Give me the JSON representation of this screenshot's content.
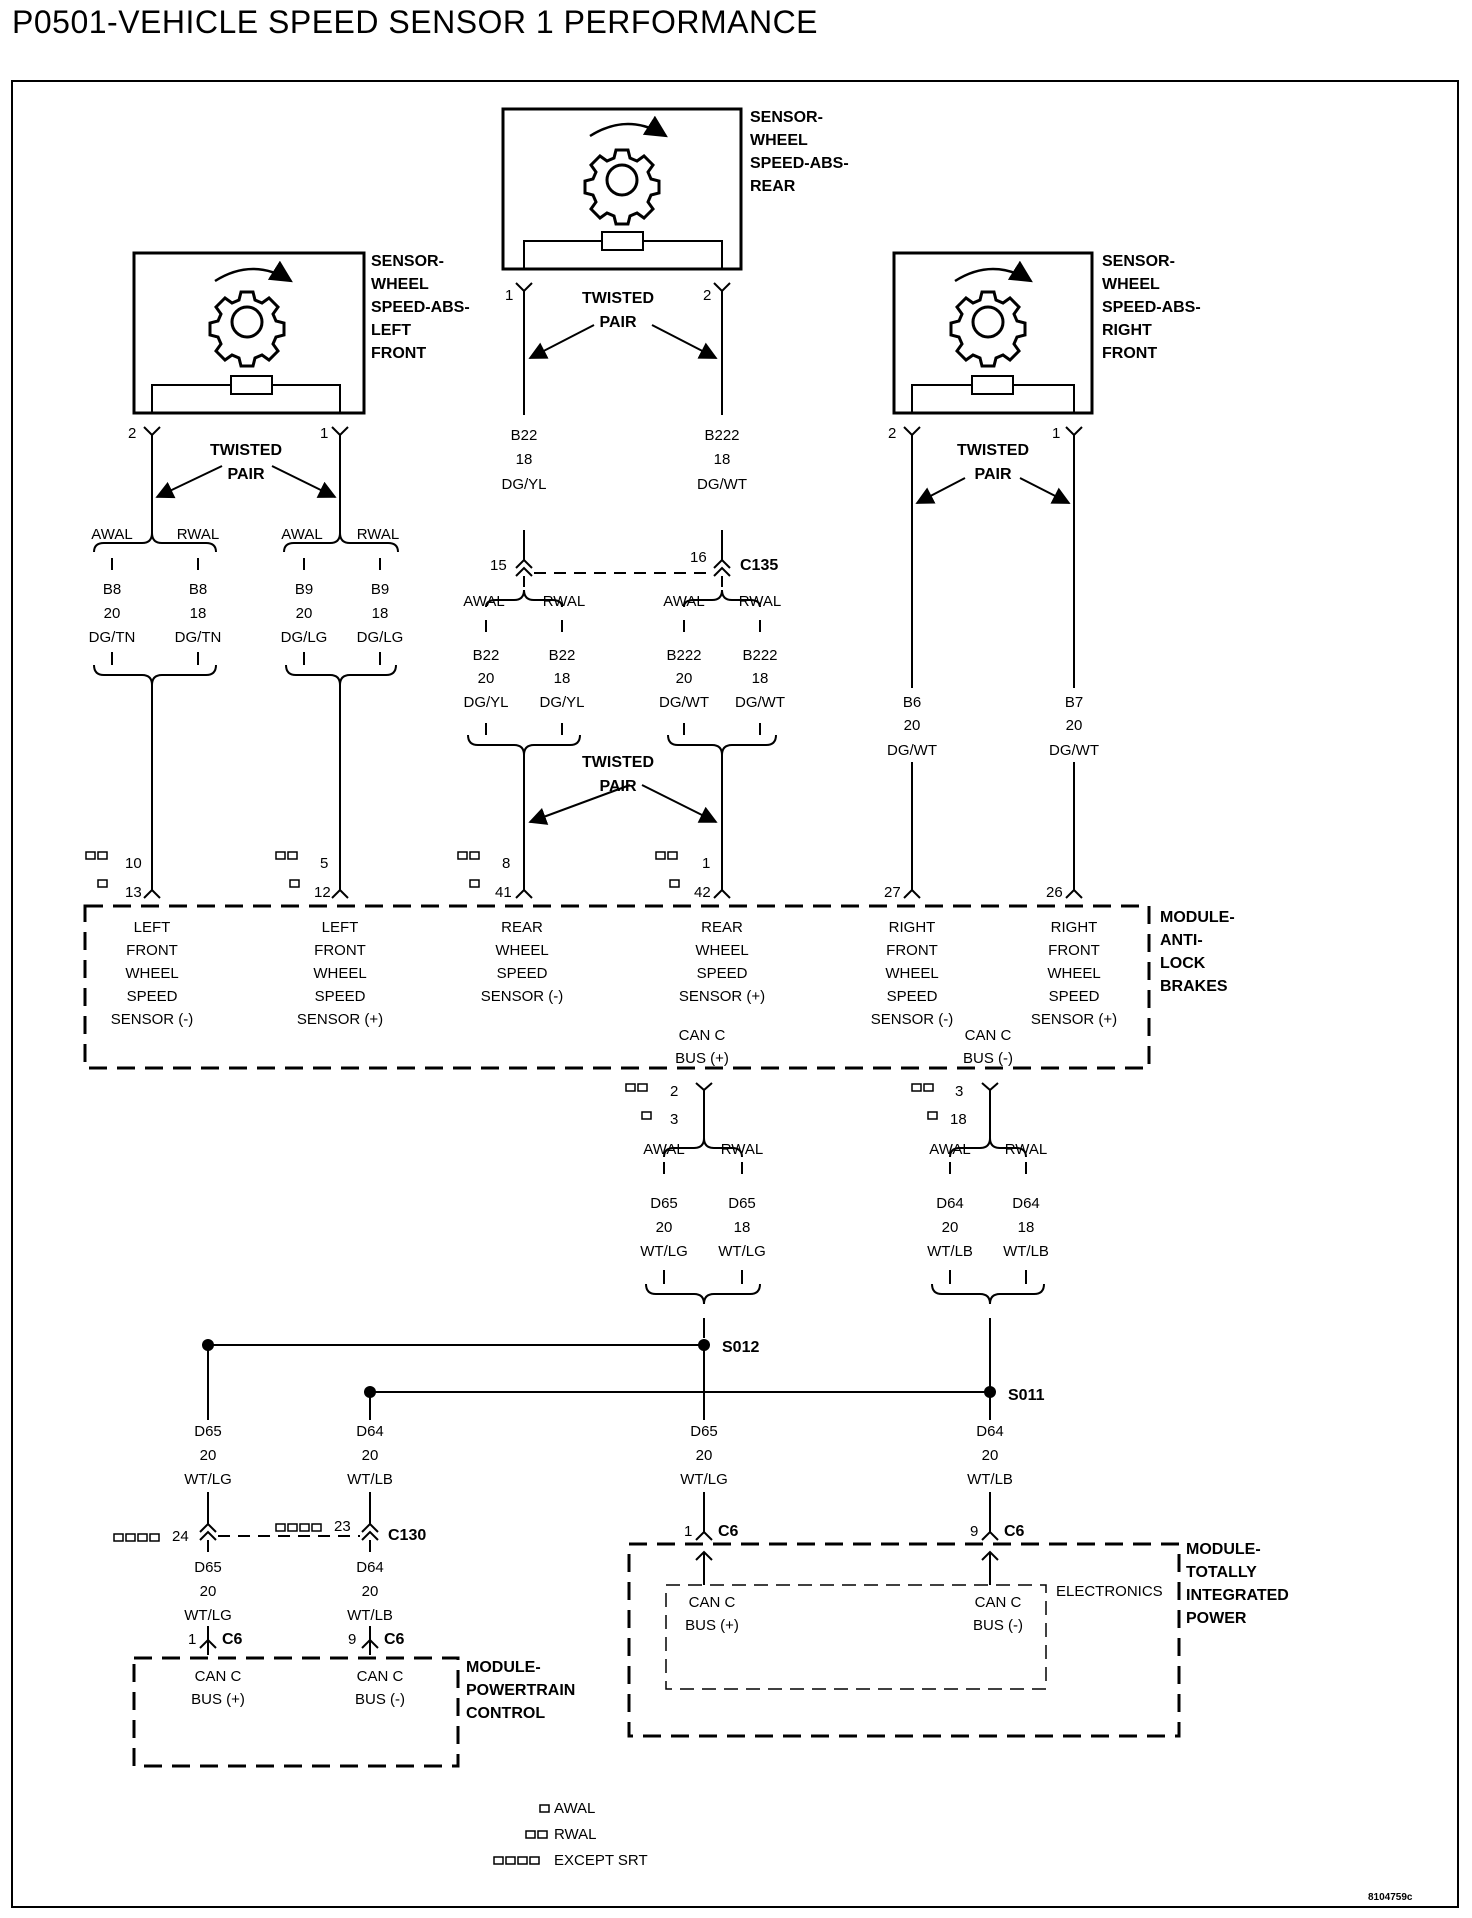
{
  "title": "P0501-VEHICLE SPEED SENSOR 1 PERFORMANCE",
  "figure_id": "8104759c",
  "twisted_pair": [
    "TWISTED",
    "PAIR"
  ],
  "sensors": {
    "rear": [
      "SENSOR-",
      "WHEEL",
      "SPEED-ABS-",
      "REAR"
    ],
    "left_front": [
      "SENSOR-",
      "WHEEL",
      "SPEED-ABS-",
      "LEFT",
      "FRONT"
    ],
    "right_front": [
      "SENSOR-",
      "WHEEL",
      "SPEED-ABS-",
      "RIGHT",
      "FRONT"
    ]
  },
  "variants": {
    "awal": "AWAL",
    "rwal": "RWAL"
  },
  "pins": {
    "rear_1": "1",
    "rear_2": "2",
    "lf_2": "2",
    "lf_1": "1",
    "rf_2": "2",
    "rf_1": "1",
    "c135_15": "15",
    "c135_16": "16",
    "abs_10": "10",
    "abs_13": "13",
    "abs_5": "5",
    "abs_12": "12",
    "abs_8": "8",
    "abs_41": "41",
    "abs_1": "1",
    "abs_42": "42",
    "abs_27": "27",
    "abs_26": "26",
    "abs_2": "2",
    "abs_3a": "3",
    "abs_3b": "3",
    "abs_18": "18",
    "c130_24": "24",
    "c130_23": "23",
    "pcm_1": "1",
    "pcm_9": "9",
    "tipm_1": "1",
    "tipm_9": "9"
  },
  "connectors": {
    "c135": "C135",
    "c130": "C130",
    "c6": "C6"
  },
  "splices": {
    "s012": "S012",
    "s011": "S011"
  },
  "wires": {
    "b22": [
      "B22",
      "18",
      "DG/YL"
    ],
    "b222": [
      "B222",
      "18",
      "DG/WT"
    ],
    "b8_awal": [
      "B8",
      "20",
      "DG/TN"
    ],
    "b8_rwal": [
      "B8",
      "18",
      "DG/TN"
    ],
    "b9_awal": [
      "B9",
      "20",
      "DG/LG"
    ],
    "b9_rwal": [
      "B9",
      "18",
      "DG/LG"
    ],
    "b22_awal": [
      "B22",
      "20",
      "DG/YL"
    ],
    "b22_rwal": [
      "B22",
      "18",
      "DG/YL"
    ],
    "b222_awal": [
      "B222",
      "20",
      "DG/WT"
    ],
    "b222_rwal": [
      "B222",
      "18",
      "DG/WT"
    ],
    "b6": [
      "B6",
      "20",
      "DG/WT"
    ],
    "b7": [
      "B7",
      "20",
      "DG/WT"
    ],
    "d65_awal": [
      "D65",
      "20",
      "WT/LG"
    ],
    "d65_rwal": [
      "D65",
      "18",
      "WT/LG"
    ],
    "d64_awal": [
      "D64",
      "20",
      "WT/LB"
    ],
    "d64_rwal": [
      "D64",
      "18",
      "WT/LB"
    ],
    "d65_a": [
      "D65",
      "20",
      "WT/LG"
    ],
    "d64_a": [
      "D64",
      "20",
      "WT/LB"
    ],
    "d65_b": [
      "D65",
      "20",
      "WT/LG"
    ],
    "d64_b": [
      "D64",
      "20",
      "WT/LB"
    ],
    "d65_c": [
      "D65",
      "20",
      "WT/LG"
    ],
    "d64_c": [
      "D64",
      "20",
      "WT/LB"
    ]
  },
  "abs_module": {
    "name": [
      "MODULE-",
      "ANTI-",
      "LOCK",
      "BRAKES"
    ],
    "circuits": {
      "lf_minus": [
        "LEFT",
        "FRONT",
        "WHEEL",
        "SPEED",
        "SENSOR (-)"
      ],
      "lf_plus": [
        "LEFT",
        "FRONT",
        "WHEEL",
        "SPEED",
        "SENSOR (+)"
      ],
      "rear_minus": [
        "REAR",
        "WHEEL",
        "SPEED",
        "SENSOR (-)"
      ],
      "rear_plus": [
        "REAR",
        "WHEEL",
        "SPEED",
        "SENSOR (+)"
      ],
      "rf_minus": [
        "RIGHT",
        "FRONT",
        "WHEEL",
        "SPEED",
        "SENSOR (-)"
      ],
      "rf_plus": [
        "RIGHT",
        "FRONT",
        "WHEEL",
        "SPEED",
        "SENSOR (+)"
      ],
      "can_plus": [
        "CAN C",
        "BUS (+)"
      ],
      "can_minus": [
        "CAN C",
        "BUS (-)"
      ]
    }
  },
  "tipm_module": {
    "name": [
      "MODULE-",
      "TOTALLY",
      "INTEGRATED",
      "POWER"
    ],
    "electronics": "ELECTRONICS",
    "can_plus": [
      "CAN C",
      "BUS (+)"
    ],
    "can_minus": [
      "CAN C",
      "BUS (-)"
    ]
  },
  "pcm_module": {
    "name": [
      "MODULE-",
      "POWERTRAIN",
      "CONTROL"
    ],
    "can_plus": [
      "CAN C",
      "BUS (+)"
    ],
    "can_minus": [
      "CAN C",
      "BUS (-)"
    ]
  },
  "legend": {
    "awal": "AWAL",
    "rwal": "RWAL",
    "except_srt": "EXCEPT SRT"
  }
}
